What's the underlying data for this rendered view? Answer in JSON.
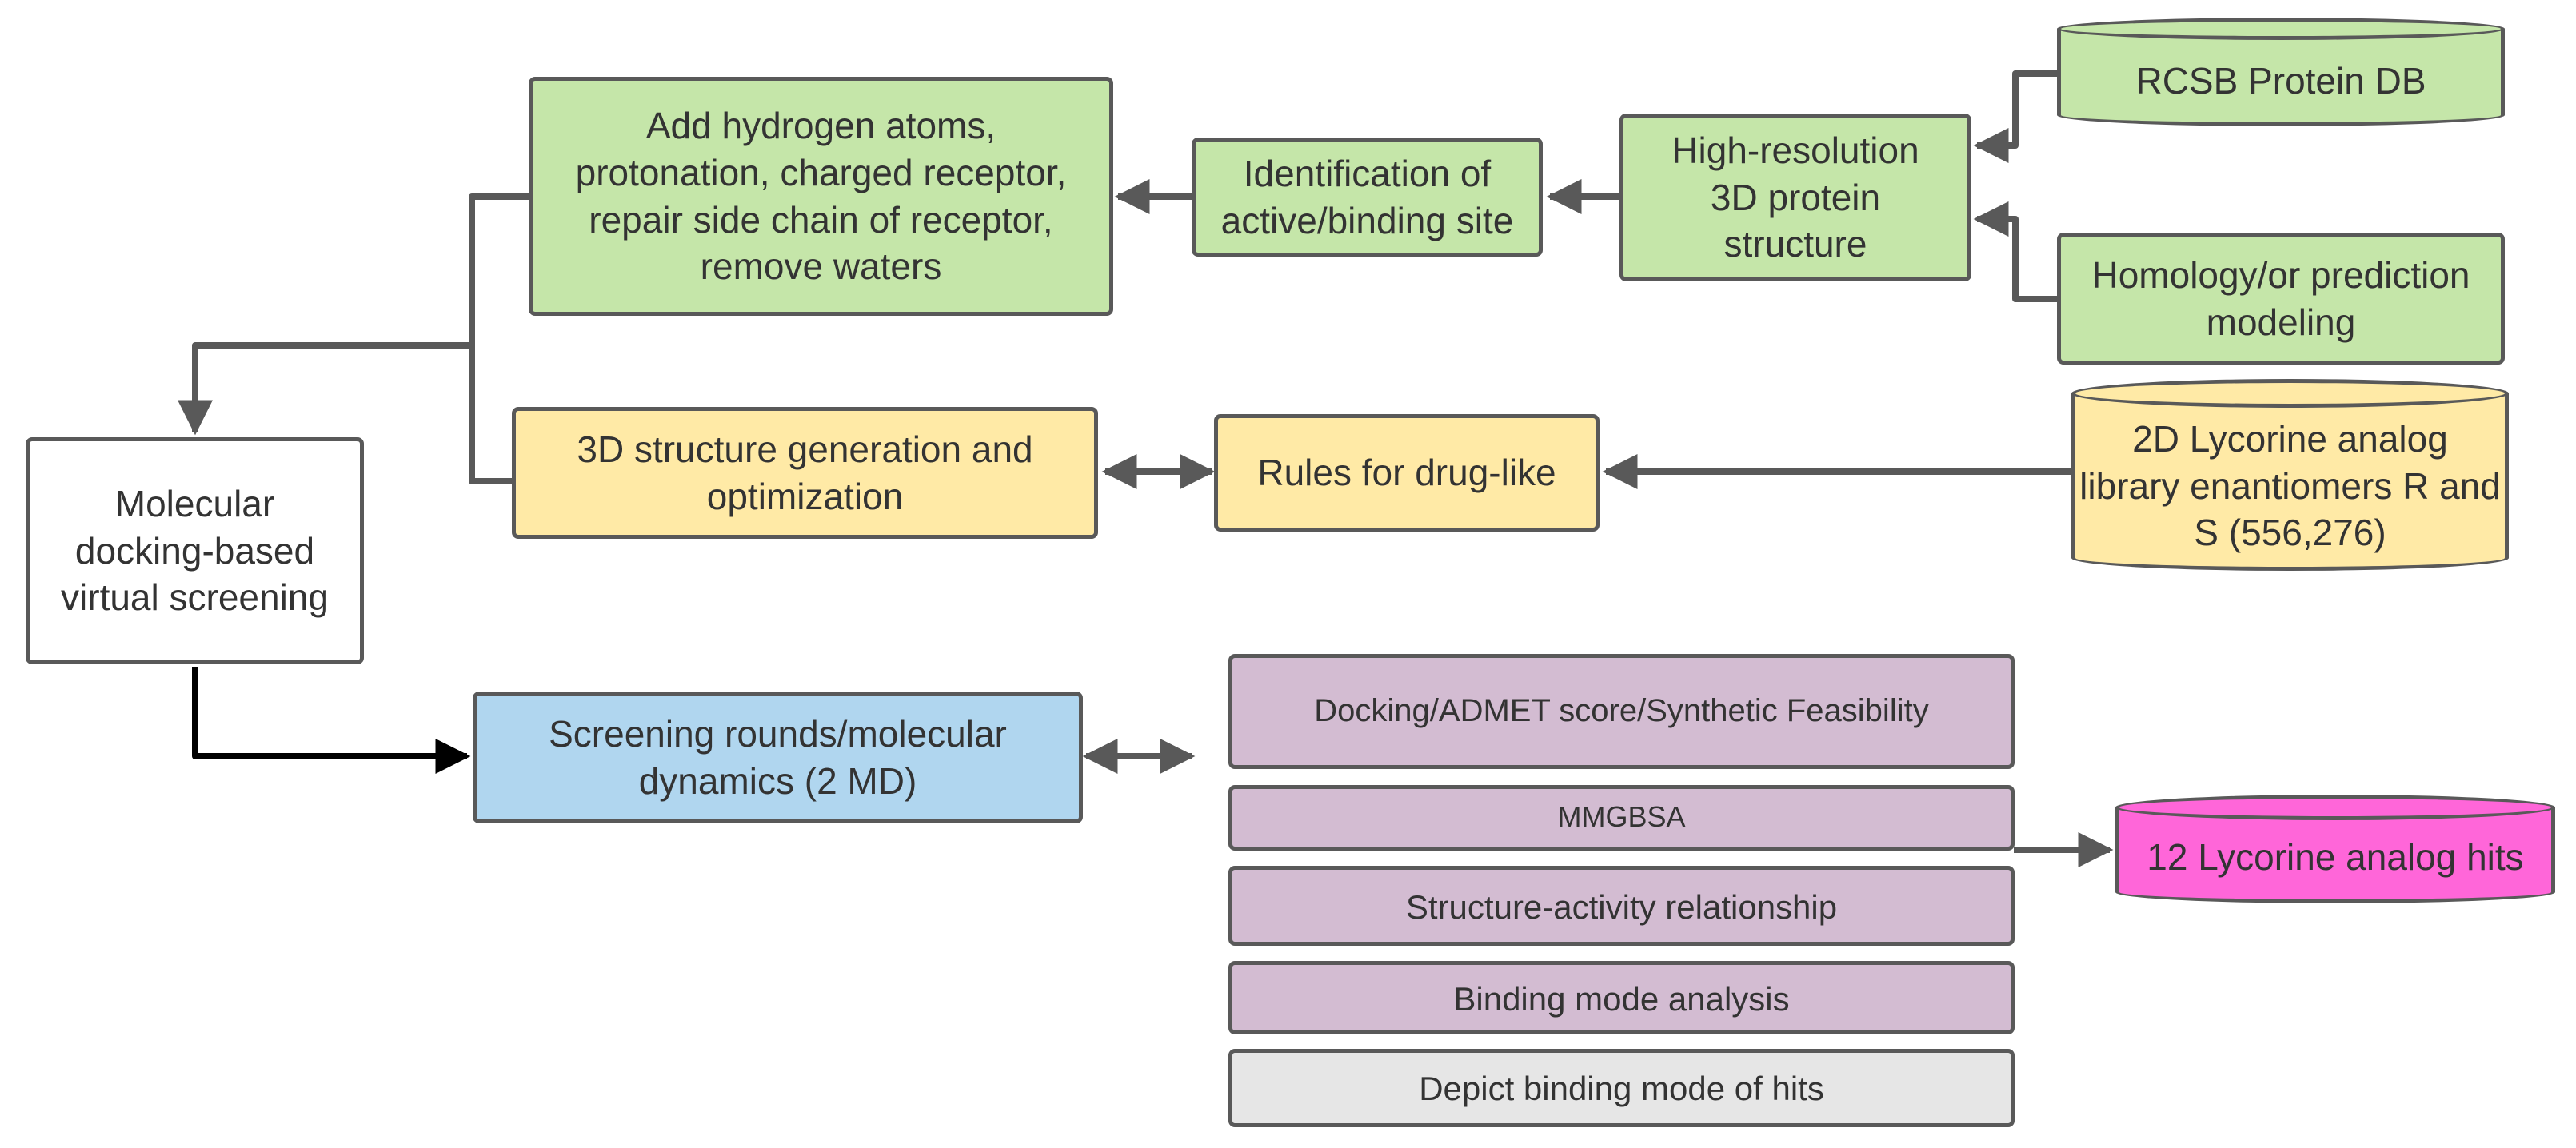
{
  "nodes": {
    "add_hydrogen": "Add hydrogen atoms, protonation, charged receptor, repair side chain of receptor, remove waters",
    "identification": "Identification of active/binding site",
    "high_resolution": "High-resolution 3D protein structure",
    "rcsb": "RCSB Protein DB",
    "homology": "Homology/or prediction modeling",
    "structure_generation": "3D structure generation and optimization",
    "rules": "Rules for drug-like",
    "lycorine_library": "2D Lycorine analog library enantiomers R and S (556,276)",
    "molecular_docking": "Molecular docking-based virtual screening",
    "screening_rounds": "Screening rounds/molecular dynamics (2 MD)",
    "docking_admet": "Docking/ADMET score/Synthetic Feasibility",
    "mmgbsa": "MMGBSA",
    "sar": "Structure-activity relationship",
    "binding_mode": "Binding mode analysis",
    "depict": "Depict binding mode of hits",
    "hits": "12 Lycorine analog hits"
  },
  "colors": {
    "green": "#c5e6a9",
    "yellow": "#ffeaa6",
    "blue": "#b0d6ef",
    "purple": "#d3bcd2",
    "gray": "#e6e6e6",
    "magenta": "#ff66d9",
    "connector": "#595959"
  }
}
